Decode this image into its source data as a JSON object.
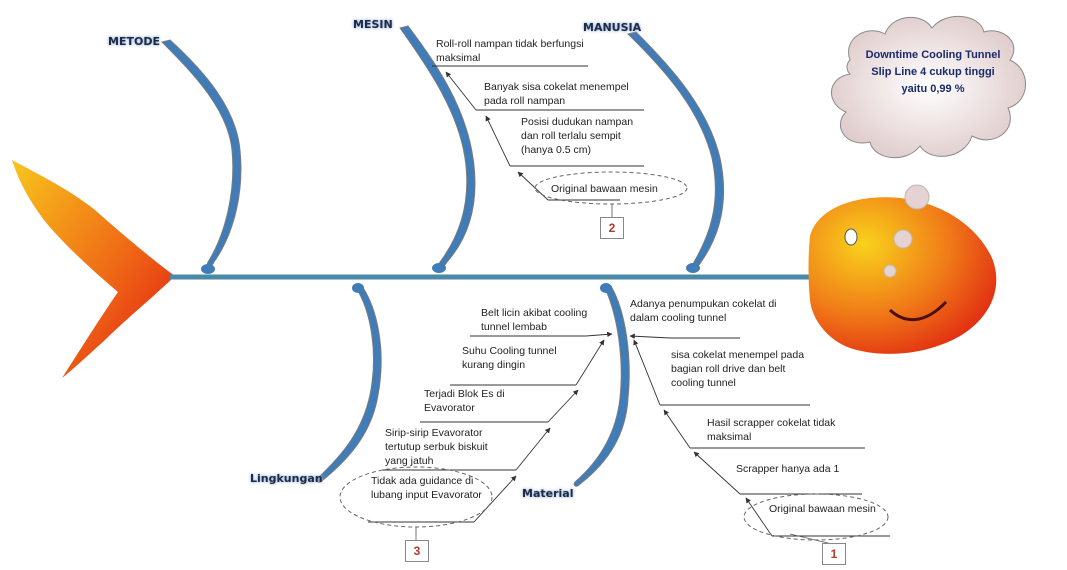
{
  "categories": {
    "metode": "METODE",
    "mesin": "MESIN",
    "manusia": "MANUSIA",
    "lingkungan": "Lingkungan",
    "material": "Material"
  },
  "effect": "Downtime Cooling Tunnel Slip Line 4 cukup tinggi yaitu 0,99 %",
  "mesin_causes": [
    "Roll-roll nampan tidak berfungsi maksimal",
    "Banyak sisa cokelat menempel pada roll nampan",
    "Posisi dudukan nampan dan roll terlalu sempit (hanya 0.5 cm)",
    "Original bawaan mesin"
  ],
  "material_causes": [
    "Adanya penumpukan cokelat di dalam cooling tunnel",
    "sisa cokelat menempel pada bagian roll drive dan belt cooling tunnel",
    "Hasil scrapper cokelat tidak maksimal",
    "Scrapper hanya ada 1",
    "Original bawaan mesin"
  ],
  "lingkungan_causes": [
    "Belt licin akibat cooling tunnel lembab",
    "Suhu Cooling tunnel kurang dingin",
    "Terjadi Blok Es di Evavorator",
    "Sirip-sirip Evavorator tertutup serbuk biskuit yang jatuh",
    "Tidak ada guidance di lubang input Evavorator"
  ],
  "root_markers": [
    "1",
    "2",
    "3"
  ],
  "colors": {
    "spine": "#4a8aa8",
    "bone": "#3f7cb8",
    "fish_light": "#f7c21a",
    "fish_dark": "#e01812",
    "cloud_fill": "#e8d6d6",
    "effect_text": "#1a2a6a",
    "marker_text": "#b23a2c"
  }
}
